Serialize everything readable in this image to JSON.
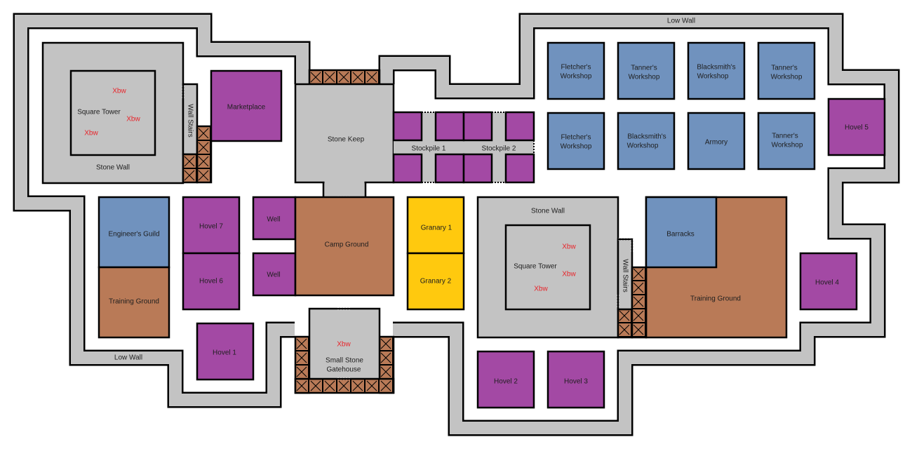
{
  "colors": {
    "wall": "#c3c3c3",
    "housing": "#a349a4",
    "workshop": "#7092be",
    "ground": "#b97a57",
    "granary": "#ffc90e",
    "xbw": "#e8242a"
  },
  "walls": {
    "low_wall_top": "Low Wall",
    "low_wall_bottom": "Low Wall"
  },
  "west_fort": {
    "stone_wall": "Stone Wall",
    "tower": "Square Tower",
    "xbw": [
      "Xbw",
      "Xbw",
      "Xbw"
    ],
    "stairs": "Wall Stairs"
  },
  "east_fort": {
    "stone_wall": "Stone Wall",
    "tower": "Square Tower",
    "xbw": [
      "Xbw",
      "Xbw",
      "Xbw"
    ],
    "stairs": "Wall Stairs"
  },
  "keep": "Stone Keep",
  "marketplace": "Marketplace",
  "stockpiles": [
    "Stockpile 1",
    "Stockpile 2"
  ],
  "workshops": [
    [
      "Fletcher's",
      "Workshop"
    ],
    [
      "Tanner's",
      "Workshop"
    ],
    [
      "Blacksmith's",
      "Workshop"
    ],
    [
      "Tanner's",
      "Workshop"
    ],
    [
      "Fletcher's",
      "Workshop"
    ],
    [
      "Blacksmith's",
      "Workshop"
    ],
    [
      "Armory",
      ""
    ],
    [
      "Tanner's",
      "Workshop"
    ]
  ],
  "hovels": [
    "Hovel 1",
    "Hovel 2",
    "Hovel 3",
    "Hovel 4",
    "Hovel 5",
    "Hovel 6",
    "Hovel 7"
  ],
  "wells": [
    "Well",
    "Well"
  ],
  "camp_ground": "Camp Ground",
  "granaries": [
    "Granary 1",
    "Granary 2"
  ],
  "engineers_guild": "Engineer's Guild",
  "training_grounds": [
    "Training Ground",
    "Training Ground"
  ],
  "barracks": "Barracks",
  "gatehouse": {
    "xbw": "Xbw",
    "line1": "Small Stone",
    "line2": "Gatehouse"
  }
}
